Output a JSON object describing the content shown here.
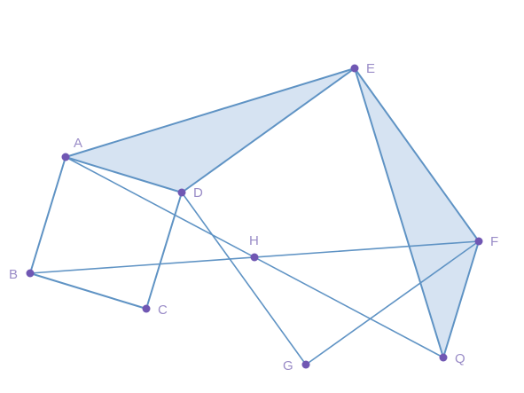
{
  "points": [
    {
      "id": "A",
      "label": "A"
    },
    {
      "id": "B",
      "label": "B"
    },
    {
      "id": "C",
      "label": "C"
    },
    {
      "id": "D",
      "label": "D"
    },
    {
      "id": "E",
      "label": "E"
    },
    {
      "id": "F",
      "label": "F"
    },
    {
      "id": "G",
      "label": "G"
    },
    {
      "id": "H",
      "label": "H"
    },
    {
      "id": "Q",
      "label": "Q"
    }
  ],
  "shaded_triangles": [
    [
      "A",
      "E",
      "D"
    ],
    [
      "E",
      "F",
      "Q"
    ]
  ],
  "segments": [
    [
      "A",
      "E"
    ],
    [
      "A",
      "D"
    ],
    [
      "D",
      "E"
    ],
    [
      "A",
      "B"
    ],
    [
      "B",
      "C"
    ],
    [
      "C",
      "D"
    ],
    [
      "D",
      "G"
    ],
    [
      "G",
      "F"
    ],
    [
      "A",
      "Q"
    ],
    [
      "B",
      "F"
    ],
    [
      "E",
      "F"
    ],
    [
      "E",
      "Q"
    ],
    [
      "F",
      "Q"
    ]
  ],
  "colors": {
    "fill": "#d6e3f2",
    "line": "#5f93c4",
    "point": "#7057b3",
    "label": "#9a8cc7"
  }
}
